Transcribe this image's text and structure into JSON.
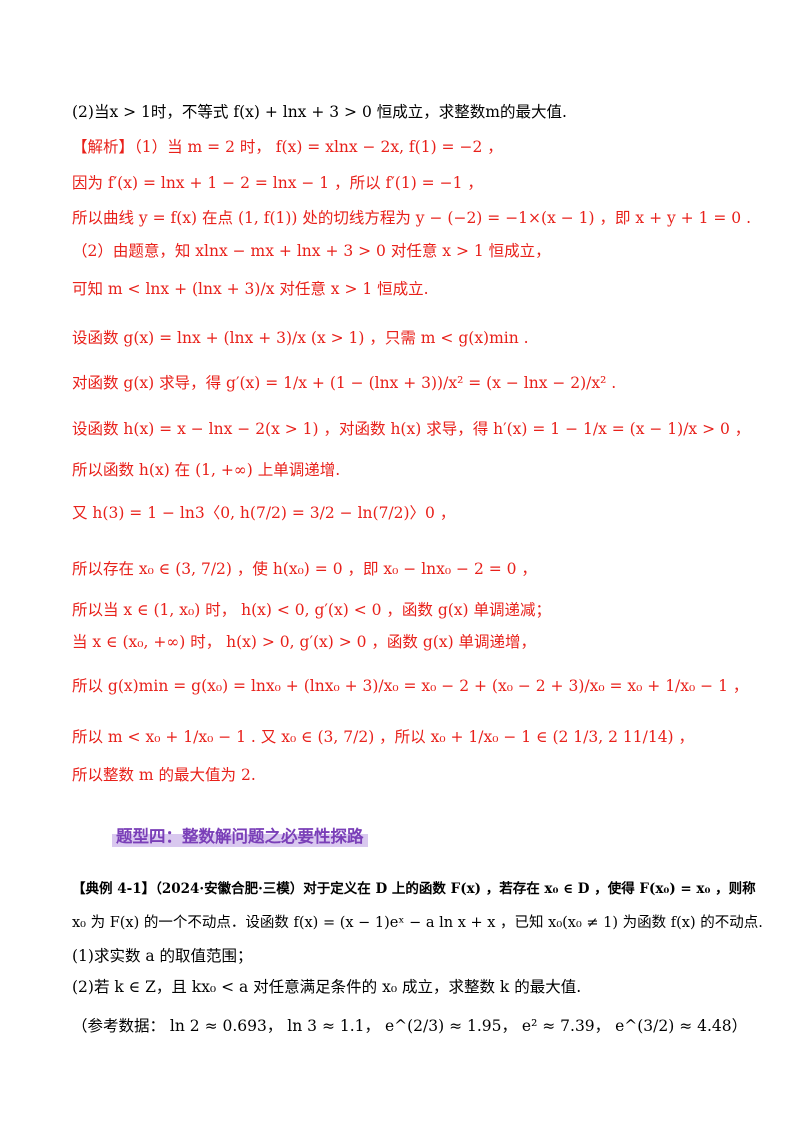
{
  "lines": [
    {
      "text": "(2)当x > 1时，不等式 f(x) + lnx + 3 > 0 恒成立，求整数m的最大值.",
      "color": "black"
    },
    {
      "text": "【解析】（1）当 m = 2 时， f(x) = xlnx − 2x, f(1) = −2 ，",
      "color": "red"
    },
    {
      "text": "因为 f′(x) = lnx + 1 − 2 = lnx − 1 ，所以 f′(1) = −1 ，",
      "color": "red"
    },
    {
      "text": "所以曲线 y = f(x) 在点 (1, f(1)) 处的切线方程为 y − (−2) = −1×(x − 1) ，即 x + y + 1 = 0 .",
      "color": "red"
    },
    {
      "text": "（2）由题意，知 xlnx − mx + lnx + 3 > 0 对任意 x > 1 恒成立，",
      "color": "red"
    },
    {
      "text": "可知 m < lnx + (lnx + 3)/x 对任意 x > 1 恒成立.",
      "color": "red"
    },
    {
      "text": "设函数 g(x) = lnx + (lnx + 3)/x (x > 1) ，只需 m < g(x)min .",
      "color": "red"
    },
    {
      "text": "对函数 g(x) 求导，得 g′(x) = 1/x + (1 − (lnx + 3))/x² = (x − lnx − 2)/x² .",
      "color": "red"
    },
    {
      "text": "设函数 h(x) = x − lnx − 2(x > 1) ，对函数 h(x) 求导，得 h′(x) = 1 − 1/x = (x − 1)/x > 0 ，",
      "color": "red"
    },
    {
      "text": "所以函数 h(x) 在 (1, +∞) 上单调递增.",
      "color": "red"
    },
    {
      "text": "又 h(3) = 1 − ln3〈0, h(7/2) = 3/2 − ln(7/2)〉0 ，",
      "color": "red"
    },
    {
      "text": "所以存在 x₀ ∈ (3, 7/2) ，使 h(x₀) = 0 ，即 x₀ − lnx₀ − 2 = 0 ，",
      "color": "red"
    },
    {
      "text": "所以当 x ∈ (1, x₀) 时， h(x) < 0, g′(x) < 0 ，函数 g(x) 单调递减；",
      "color": "red"
    },
    {
      "text": "当 x ∈ (x₀, +∞) 时， h(x) > 0, g′(x) > 0 ，函数 g(x) 单调递增，",
      "color": "red"
    },
    {
      "text": "所以 g(x)min = g(x₀) = lnx₀ + (lnx₀ + 3)/x₀ = x₀ − 2 + (x₀ − 2 + 3)/x₀ = x₀ + 1/x₀ − 1 ，",
      "color": "red"
    },
    {
      "text": "所以 m < x₀ + 1/x₀ − 1 . 又 x₀ ∈ (3, 7/2) ，所以 x₀ + 1/x₀ − 1 ∈ (2 1/3, 2 11/14) ，",
      "color": "red"
    },
    {
      "text": "所以整数 m 的最大值为 2.",
      "color": "red"
    }
  ],
  "section_heading": "题型四：整数解问题之必要性探路",
  "example": [
    {
      "text": "【典例 4-1】（2024·安徽合肥·三模）对于定义在 D 上的函数 F(x) ，若存在 x₀ ∈ D ，使得 F(x₀) = x₀ ，则称",
      "bold_prefix": true
    },
    {
      "text": "x₀ 为 F(x) 的一个不动点．设函数 f(x) = (x − 1)eˣ − a ln x + x ，已知 x₀(x₀ ≠ 1) 为函数 f(x) 的不动点."
    },
    {
      "text": "(1)求实数 a 的取值范围；"
    },
    {
      "text": "(2)若 k ∈ Z，且 kx₀ < a 对任意满足条件的 x₀ 成立，求整数 k 的最大值."
    },
    {
      "text": "（参考数据： ln 2 ≈ 0.693， ln 3 ≈ 1.1， e^(2/3) ≈ 1.95， e² ≈ 7.39， e^(3/2) ≈ 4.48）"
    }
  ]
}
